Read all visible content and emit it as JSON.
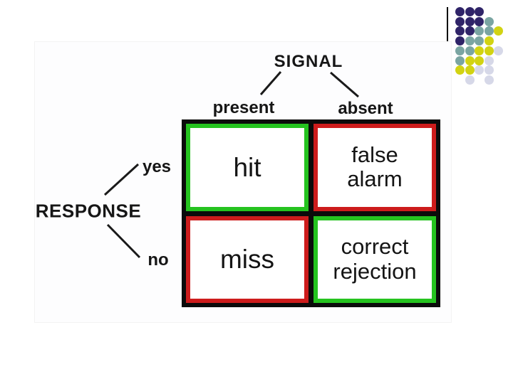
{
  "slide": {
    "background_color": "#ffffff"
  },
  "diagram": {
    "signal_label": "SIGNAL",
    "signal_branches": {
      "left": "present",
      "right": "absent"
    },
    "response_label": "RESPONSE",
    "response_branches": {
      "top": "yes",
      "bottom": "no"
    },
    "matrix": {
      "frame_color": "#0b0b0b",
      "columns": [
        "present",
        "absent"
      ],
      "rows": [
        "yes",
        "no"
      ],
      "cells": [
        {
          "id": "hit",
          "label": "hit",
          "border_color": "#25c31f",
          "outcome": "correct"
        },
        {
          "id": "false-alarm",
          "label": "false alarm",
          "border_color": "#cd1c1c",
          "outcome": "error"
        },
        {
          "id": "miss",
          "label": "miss",
          "border_color": "#cd1c1c",
          "outcome": "error"
        },
        {
          "id": "correct-rejection",
          "label": "correct rejection",
          "border_color": "#25c31f",
          "outcome": "correct"
        }
      ],
      "legend_colors": {
        "correct": "#25c31f",
        "error": "#cd1c1c"
      }
    },
    "line_color": "#1a1a1a"
  },
  "decoration": {
    "dot_grid": {
      "pattern": [
        "PPP..",
        "PPPT.",
        "PPTTY",
        "PTTY.",
        "TTYYL",
        "TYYL.",
        "YYLL.",
        ".L.L."
      ],
      "colors": {
        "P": "#2f2468",
        "T": "#7aa5a2",
        "Y": "#d2d312",
        "L": "#d6d8e8"
      }
    }
  }
}
